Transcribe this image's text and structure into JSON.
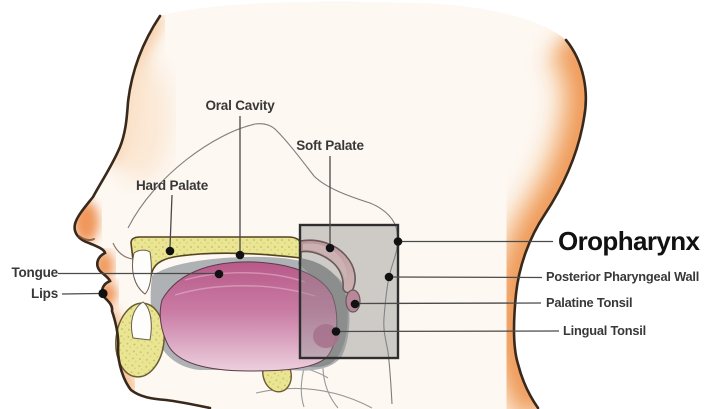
{
  "diagram": {
    "title": "Oropharynx",
    "labels": {
      "oral_cavity": "Oral Cavity",
      "soft_palate": "Soft Palate",
      "hard_palate": "Hard Palate",
      "tongue": "Tongue",
      "lips": "Lips",
      "oropharynx": "Oropharynx",
      "posterior_pharyngeal_wall": "Posterior Pharyngeal Wall",
      "palatine_tonsil": "Palatine Tonsil",
      "lingual_tonsil": "Lingual Tonsil"
    },
    "colors": {
      "background": "#ffffff",
      "skin_light": "#fdf8f2",
      "skin_shade": "#f6c497",
      "skin_deep": "#ee9551",
      "outline": "#38291c",
      "bone_yellow": "#e9e592",
      "bone_speckle": "#b3a84e",
      "tongue_dark": "#b85a89",
      "tongue_light": "#eccfdd",
      "soft_palate_pink": "#eda6ae",
      "tonsil_pink": "#d983a3",
      "cavity_gray": "#aeb2b4",
      "pharynx_gray": "#8a8f8d",
      "box_fill": "rgba(140,140,140,0.42)",
      "box_border": "#2e2e2e",
      "leader_line": "#4a4a4a",
      "marker_dot": "#111111",
      "label_text": "#383838",
      "title_text": "#111111"
    }
  }
}
